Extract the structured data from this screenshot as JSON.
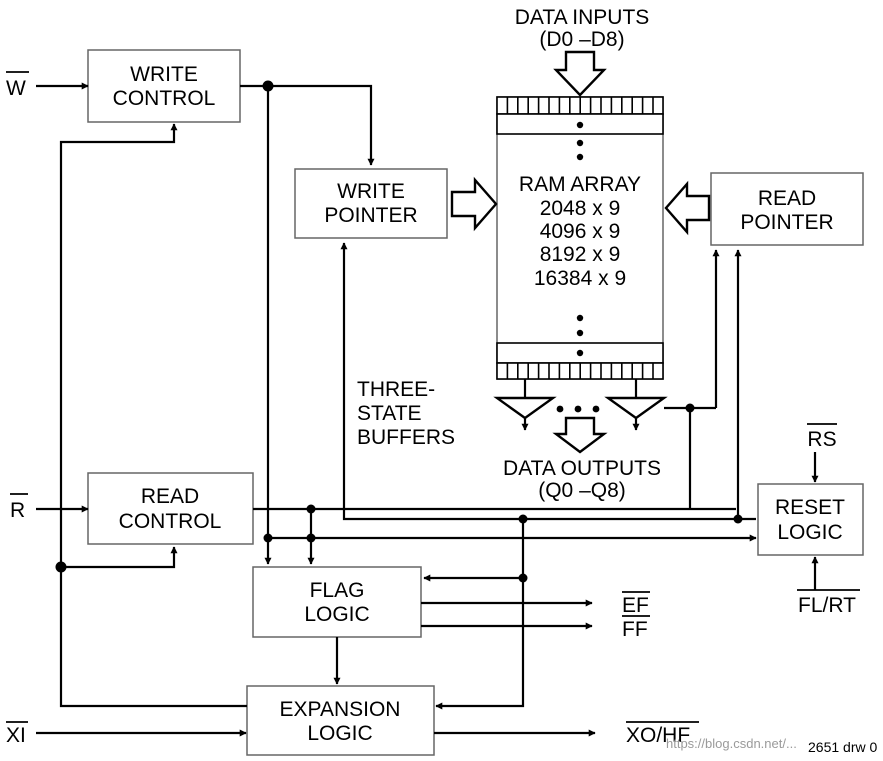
{
  "diagram": {
    "data_inputs": {
      "title": "DATA INPUTS",
      "bus": "(D0 –D8)"
    },
    "write_control": {
      "line1": "WRITE",
      "line2": "CONTROL"
    },
    "write_pointer": {
      "line1": "WRITE",
      "line2": "POINTER"
    },
    "ram_array": {
      "title": "RAM ARRAY",
      "sizes": [
        "2048 x 9",
        "4096 x 9",
        "8192 x 9",
        "16384 x 9"
      ]
    },
    "read_pointer": {
      "line1": "READ",
      "line2": "POINTER"
    },
    "three_state": {
      "line1": "THREE-",
      "line2": "STATE",
      "line3": "BUFFERS"
    },
    "data_outputs": {
      "title": "DATA OUTPUTS",
      "bus": "(Q0 –Q8)"
    },
    "read_control": {
      "line1": "READ",
      "line2": "CONTROL"
    },
    "reset_logic": {
      "line1": "RESET",
      "line2": "LOGIC"
    },
    "flag_logic": {
      "line1": "FLAG",
      "line2": "LOGIC"
    },
    "expansion_logic": {
      "line1": "EXPANSION",
      "line2": "LOGIC"
    },
    "signals": {
      "w": "W",
      "r": "R",
      "xi": "XI",
      "rs": "RS",
      "fl_rt": "FL/RT",
      "ef": "EF",
      "ff": "FF",
      "xo_hf": "XO/HF"
    },
    "footer": {
      "drawing_ref": "2651 drw 0",
      "watermark": "https://blog.csdn.net/..."
    }
  }
}
